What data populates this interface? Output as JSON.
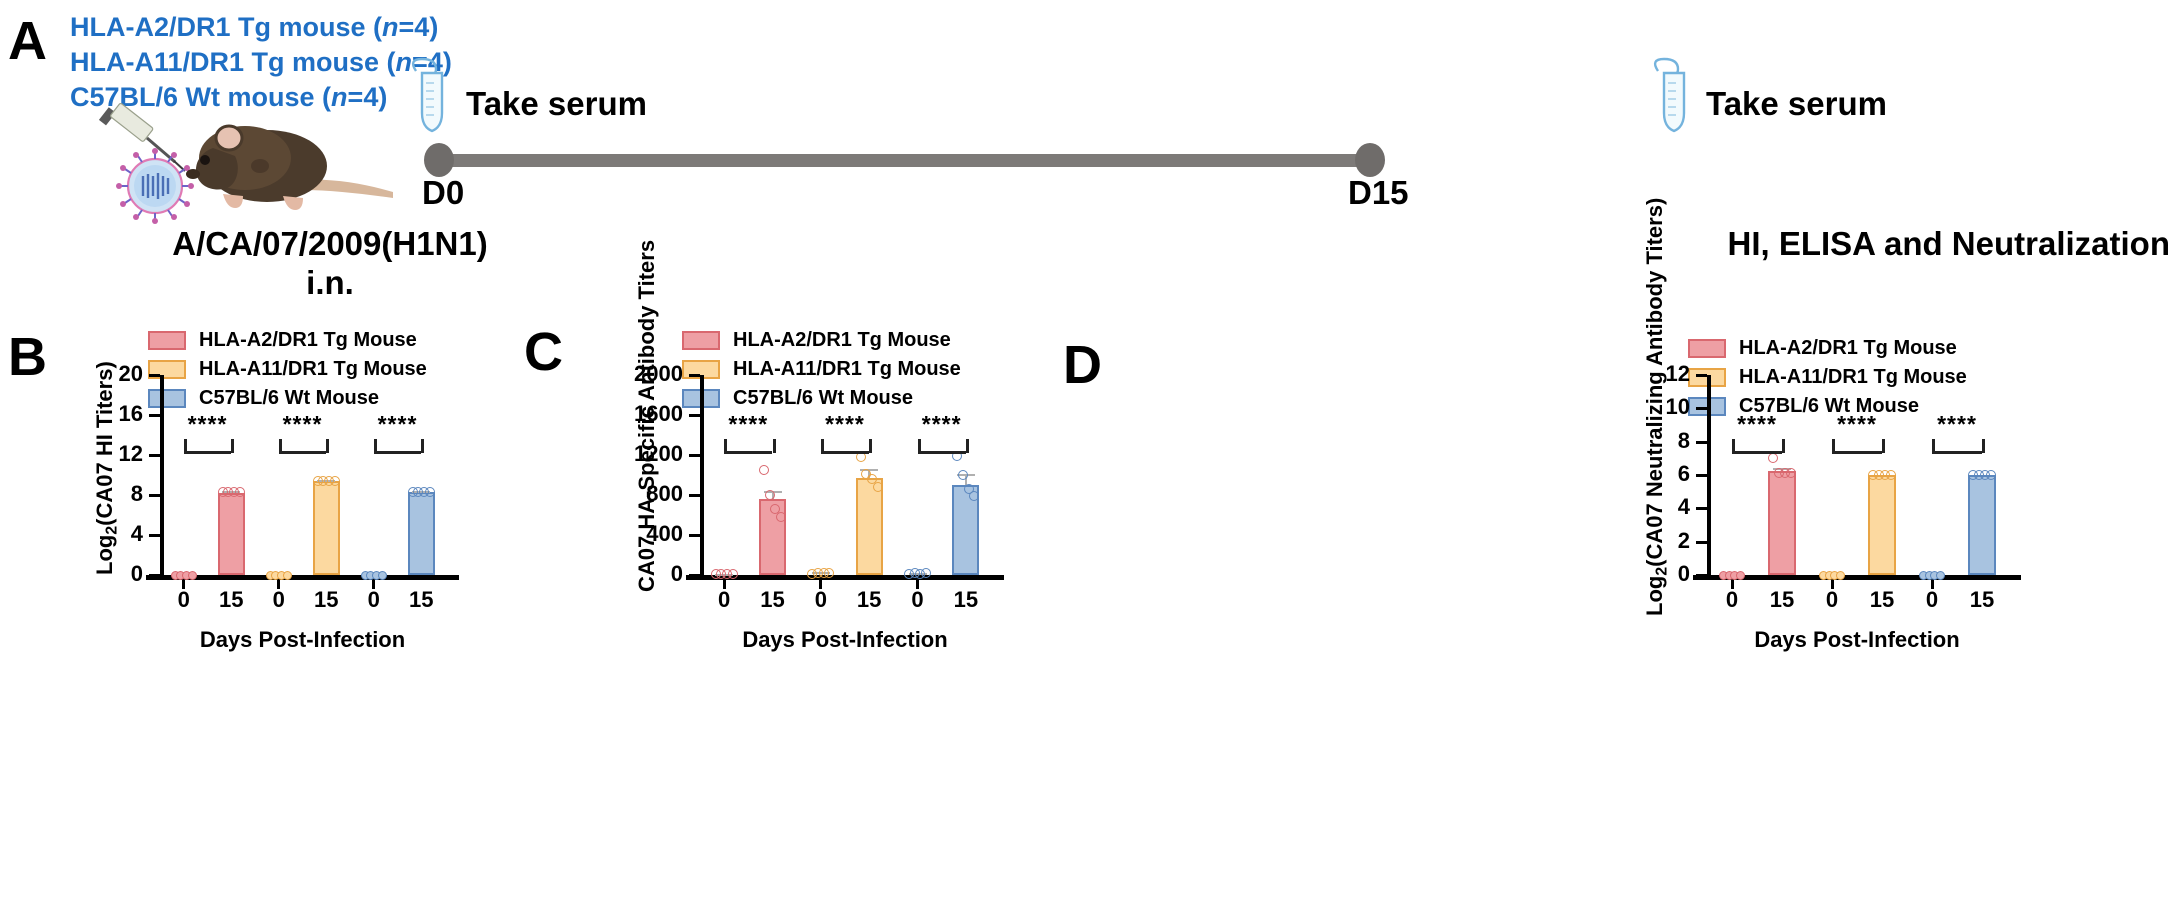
{
  "panels": {
    "a": {
      "letter": "A",
      "groups": [
        {
          "text": "HLA-A2/DR1 Tg mouse (",
          "n": "n",
          "tail": "=4)"
        },
        {
          "text": "HLA-A11/DR1 Tg mouse (",
          "n": "n",
          "tail": "=4)"
        },
        {
          "text": "C57BL/6 Wt mouse (",
          "n": "n",
          "tail": "=4)"
        }
      ],
      "group_lines": [
        "HLA-A2/DR1 Tg mouse (n=4)",
        "HLA-A11/DR1 Tg mouse (n=4)",
        "C57BL/6 Wt mouse (n=4)"
      ],
      "timeline": {
        "start_label": "D0",
        "end_label": "D15",
        "start_action": "Take serum",
        "end_action": "Take serum"
      },
      "challenge_strain": "A/CA/07/2009(H1N1)",
      "challenge_route": "i.n.",
      "readouts": "HI, ELISA and Neutralization",
      "icons": {
        "syringe": "syringe-icon",
        "virus": "virus-particle-icon",
        "mouse": "mouse-icon",
        "tube": "serum-tube-icon"
      }
    },
    "b": {
      "letter": "B"
    },
    "c": {
      "letter": "C"
    },
    "d": {
      "letter": "D"
    }
  },
  "legend": {
    "items": [
      {
        "label": "HLA-A2/DR1 Tg Mouse",
        "fill": "#EE9FA4",
        "stroke": "#D9686F"
      },
      {
        "label": "HLA-A11/DR1 Tg Mouse",
        "fill": "#FCD9A0",
        "stroke": "#E8A445"
      },
      {
        "label": "C57BL/6 Wt Mouse",
        "fill": "#A8C3E0",
        "stroke": "#5B87BE"
      }
    ]
  },
  "chart_data": [
    {
      "panel": "B",
      "type": "bar",
      "title": "",
      "ylabel": "Log2(CA07 HI Titers)",
      "ylabel_parts": {
        "pre": "Log",
        "sub": "2",
        "post": "(CA07 HI Titers)"
      },
      "xlabel": "Days Post-Infection",
      "categories": [
        "0",
        "15",
        "0",
        "15",
        "0",
        "15"
      ],
      "yticks": [
        0,
        4,
        8,
        12,
        16,
        20
      ],
      "ylim": [
        0,
        20
      ],
      "grid": false,
      "legend_position": "top-right",
      "groups": [
        {
          "name": "HLA-A2/DR1 Tg Mouse",
          "fill": "#EE9FA4",
          "stroke": "#D9686F",
          "bars": [
            {
              "x": "0",
              "value": 0,
              "error": 0,
              "points": [
                0,
                0,
                0,
                0
              ]
            },
            {
              "x": "15",
              "value": 8.25,
              "error": 0.15,
              "points": [
                8.3,
                8.3,
                8.3,
                8.3
              ]
            }
          ],
          "significance": "****"
        },
        {
          "name": "HLA-A11/DR1 Tg Mouse",
          "fill": "#FCD9A0",
          "stroke": "#E8A445",
          "bars": [
            {
              "x": "0",
              "value": 0,
              "error": 0,
              "points": [
                0,
                0,
                0,
                0
              ]
            },
            {
              "x": "15",
              "value": 9.4,
              "error": 0.15,
              "points": [
                9.4,
                9.4,
                9.4,
                9.4
              ]
            }
          ],
          "significance": "****"
        },
        {
          "name": "C57BL/6 Wt Mouse",
          "fill": "#A8C3E0",
          "stroke": "#5B87BE",
          "bars": [
            {
              "x": "0",
              "value": 0,
              "error": 0,
              "points": [
                0,
                0,
                0,
                0
              ]
            },
            {
              "x": "15",
              "value": 8.3,
              "error": 0.15,
              "points": [
                8.35,
                8.35,
                8.35,
                8.35
              ]
            }
          ],
          "significance": "****"
        }
      ]
    },
    {
      "panel": "C",
      "type": "bar",
      "title": "",
      "ylabel": "CA07 HA-Specific Antibody Titers",
      "xlabel": "Days Post-Infection",
      "categories": [
        "0",
        "15",
        "0",
        "15",
        "0",
        "15"
      ],
      "yticks": [
        0,
        400,
        800,
        1200,
        1600,
        2000
      ],
      "ylim": [
        0,
        2000
      ],
      "grid": false,
      "legend_position": "top-right",
      "groups": [
        {
          "name": "HLA-A2/DR1 Tg Mouse",
          "fill": "#EE9FA4",
          "stroke": "#D9686F",
          "bars": [
            {
              "x": "0",
              "value": 10,
              "error": 5,
              "points": [
                8,
                10,
                12,
                10
              ]
            },
            {
              "x": "15",
              "value": 760,
              "error": 80,
              "points": [
                1050,
                800,
                660,
                580
              ]
            }
          ],
          "significance": "****"
        },
        {
          "name": "HLA-A11/DR1 Tg Mouse",
          "fill": "#FCD9A0",
          "stroke": "#E8A445",
          "bars": [
            {
              "x": "0",
              "value": 20,
              "error": 8,
              "points": [
                15,
                22,
                18,
                25
              ]
            },
            {
              "x": "15",
              "value": 975,
              "error": 85,
              "points": [
                1180,
                1010,
                960,
                880
              ]
            }
          ],
          "significance": "****"
        },
        {
          "name": "C57BL/6 Wt Mouse",
          "fill": "#A8C3E0",
          "stroke": "#5B87BE",
          "bars": [
            {
              "x": "0",
              "value": 15,
              "error": 6,
              "points": [
                12,
                16,
                14,
                18
              ]
            },
            {
              "x": "15",
              "value": 905,
              "error": 110,
              "points": [
                1190,
                1000,
                860,
                790
              ]
            }
          ],
          "significance": "****"
        }
      ]
    },
    {
      "panel": "D",
      "type": "bar",
      "title": "",
      "ylabel": "Log2(CA07 Neutralizing Antibody Titers)",
      "ylabel_parts": {
        "pre": "Log",
        "sub": "2",
        "post": "(CA07 Neutralizing Antibody Titers)"
      },
      "xlabel": "Days Post-Infection",
      "categories": [
        "0",
        "15",
        "0",
        "15",
        "0",
        "15"
      ],
      "yticks": [
        0,
        2,
        4,
        6,
        8,
        10,
        12
      ],
      "ylim": [
        0,
        12
      ],
      "grid": false,
      "legend_position": "top-right",
      "groups": [
        {
          "name": "HLA-A2/DR1 Tg Mouse",
          "fill": "#EE9FA4",
          "stroke": "#D9686F",
          "bars": [
            {
              "x": "0",
              "value": 0,
              "error": 0,
              "points": [
                0,
                0,
                0,
                0
              ]
            },
            {
              "x": "15",
              "value": 6.25,
              "error": 0.2,
              "points": [
                7.0,
                6.1,
                6.1,
                6.1
              ]
            }
          ],
          "significance": "****"
        },
        {
          "name": "HLA-A11/DR1 Tg Mouse",
          "fill": "#FCD9A0",
          "stroke": "#E8A445",
          "bars": [
            {
              "x": "0",
              "value": 0,
              "error": 0,
              "points": [
                0,
                0,
                0,
                0
              ]
            },
            {
              "x": "15",
              "value": 6.0,
              "error": 0,
              "points": [
                6.0,
                6.0,
                6.0,
                6.0
              ]
            }
          ],
          "significance": "****"
        },
        {
          "name": "C57BL/6 Wt Mouse",
          "fill": "#A8C3E0",
          "stroke": "#5B87BE",
          "bars": [
            {
              "x": "0",
              "value": 0,
              "error": 0,
              "points": [
                0,
                0,
                0,
                0
              ]
            },
            {
              "x": "15",
              "value": 6.0,
              "error": 0,
              "points": [
                6.0,
                6.0,
                6.0,
                6.0
              ]
            }
          ],
          "significance": "****"
        }
      ]
    }
  ]
}
